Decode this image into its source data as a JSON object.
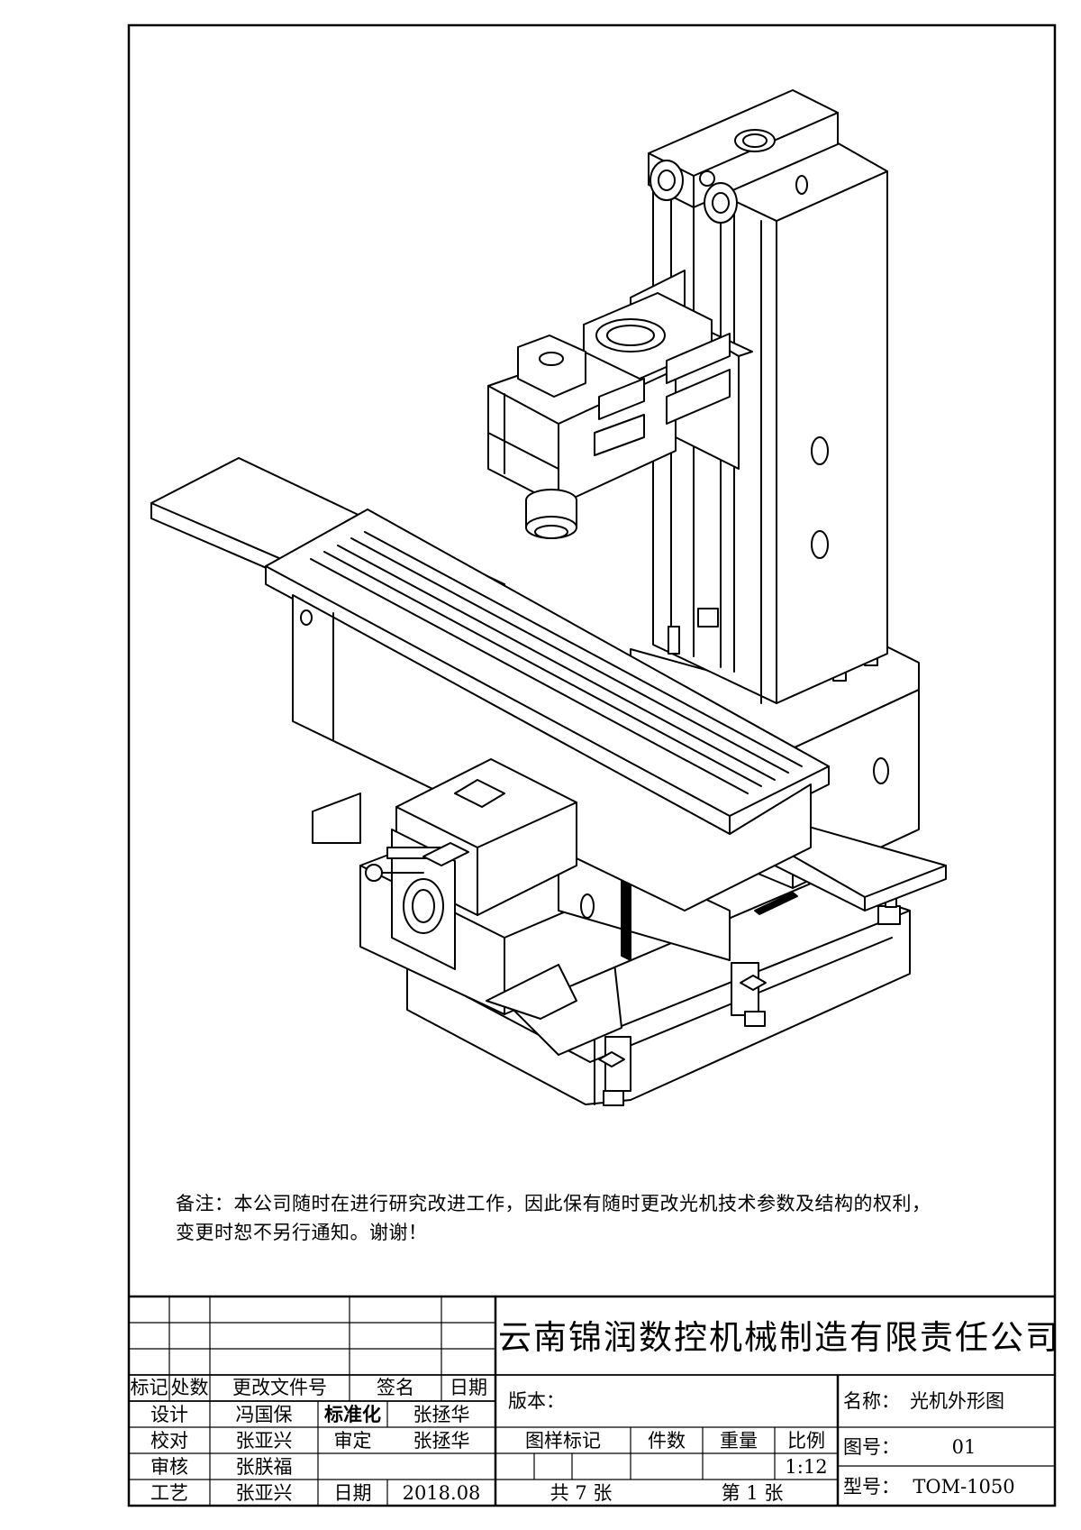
{
  "note": {
    "line1": "备注：本公司随时在进行研究改进工作，因此保有随时更改光机技术参数及结构的权利，",
    "line2": "变更时恕不另行通知。谢谢！"
  },
  "title_block": {
    "company": "云南锦润数控机械制造有限责任公司",
    "revision_header": {
      "mark": "标记",
      "count": "处数",
      "doc_no": "更改文件号",
      "signature": "签名",
      "date": "日期"
    },
    "roles": {
      "design_label": "设计",
      "design_name": "冯国保",
      "standard_label": "标准化",
      "standard_name": "张拯华",
      "check_label": "校对",
      "check_name": "张亚兴",
      "approve_label": "审定",
      "approve_name": "张拯华",
      "review_label": "审核",
      "review_name": "张朕福",
      "process_label": "工艺",
      "process_name": "张亚兴",
      "date_label": "日期",
      "date_value": "2018.08"
    },
    "version_label": "版本：",
    "mark_header": {
      "pattern_mark": "图样标记",
      "pieces": "件数",
      "weight": "重量",
      "scale": "比例"
    },
    "scale_value": "1:12",
    "total_sheets": "共 7 张",
    "sheet_no": "第 1 张",
    "name_label": "名称：",
    "name_value": "光机外形图",
    "drawing_no_label": "图号：",
    "drawing_no_value": "01",
    "model_label": "型号：",
    "model_value": "TOM-1050"
  }
}
